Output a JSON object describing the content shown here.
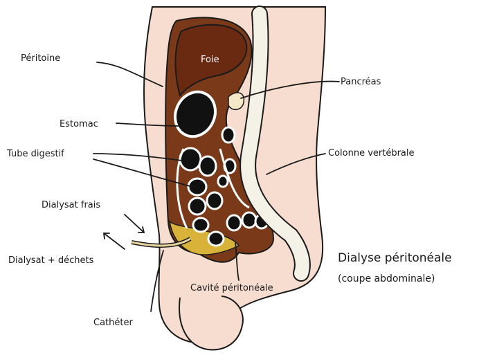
{
  "title": "Dialyse péritonéale",
  "subtitle": "(coupe abdominale)",
  "labels": {
    "foie": "Foie",
    "peritoine": "Péritoine",
    "estomac": "Estomac",
    "tube_digestif": "Tube digestif",
    "dialysat_frais": "Dialysat frais",
    "dialysat_dechets": "Dialysat + déchets",
    "catheter": "Cathéter",
    "cavite": "Cavité péritonéale",
    "pancreas": "Pancréas",
    "colonne": "Colonne vertébrale"
  },
  "colors": {
    "liver": "#6a2a12",
    "organ_fill": "#7a3a1a",
    "skin": "#f6ddd0",
    "cavity_fluid": "#d9b23a",
    "spine": "#f4f1e6",
    "outline": "#1a1a1a"
  }
}
